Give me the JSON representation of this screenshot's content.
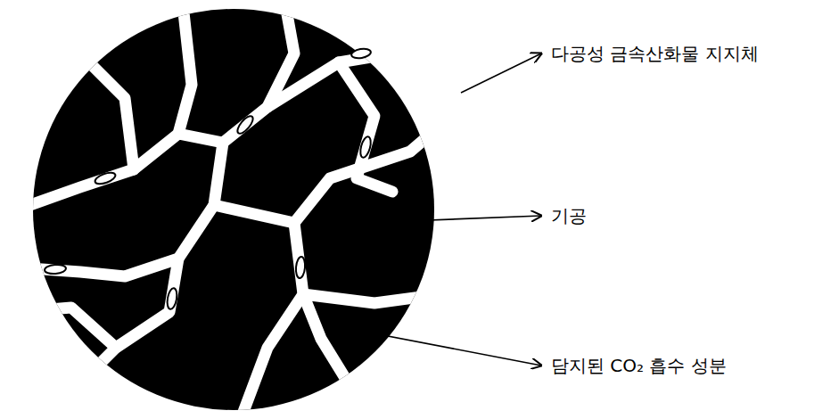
{
  "diagram": {
    "labels": [
      "다공성 금속산화물 지지체",
      "기공",
      "담지된 CO₂ 흡수 성분"
    ]
  }
}
